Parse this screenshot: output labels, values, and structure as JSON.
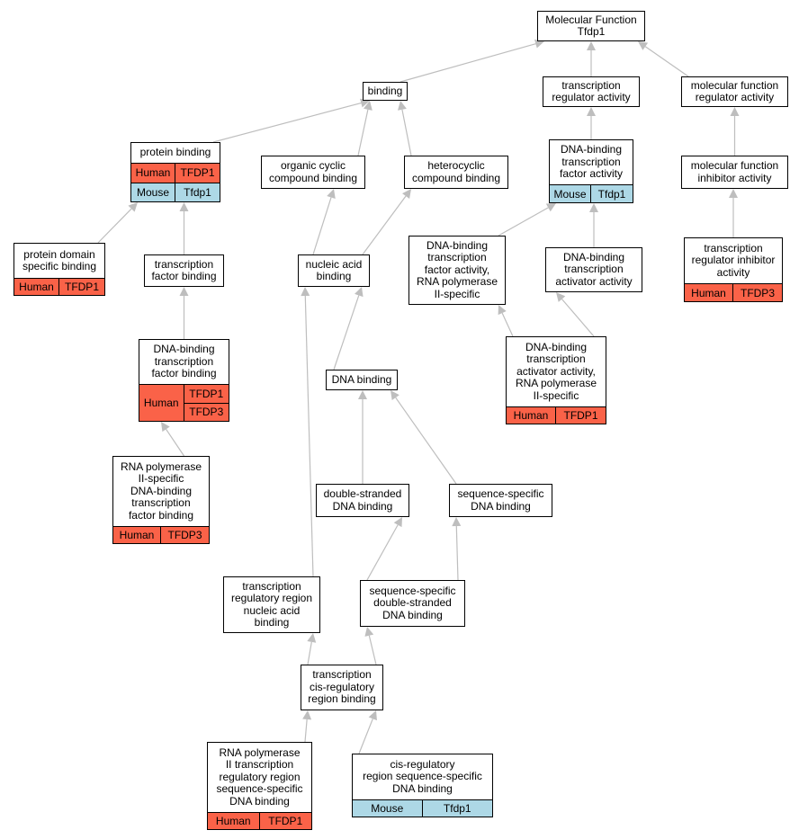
{
  "colors": {
    "human": "#fa6248",
    "mouse": "#add8e6",
    "edge": "#bebebe",
    "border": "#000000"
  },
  "nodes": [
    {
      "id": "mf",
      "label": "Molecular Function\nTfdp1",
      "annotations": []
    },
    {
      "id": "binding",
      "label": "binding",
      "annotations": []
    },
    {
      "id": "tra",
      "label": "transcription\nregulator activity",
      "annotations": []
    },
    {
      "id": "mfra",
      "label": "molecular function\nregulator activity",
      "annotations": []
    },
    {
      "id": "pb",
      "label": "protein binding",
      "annotations": [
        {
          "species": "Human",
          "genes": [
            "TFDP1"
          ]
        },
        {
          "species": "Mouse",
          "genes": [
            "Tfdp1"
          ]
        }
      ]
    },
    {
      "id": "ocb",
      "label": "organic cyclic\ncompound binding",
      "annotations": []
    },
    {
      "id": "hcb",
      "label": "heterocyclic\ncompound binding",
      "annotations": []
    },
    {
      "id": "dbtfa",
      "label": "DNA-binding\ntranscription\nfactor activity",
      "annotations": [
        {
          "species": "Mouse",
          "genes": [
            "Tfdp1"
          ]
        }
      ]
    },
    {
      "id": "mfia",
      "label": "molecular function\ninhibitor activity",
      "annotations": []
    },
    {
      "id": "pdsb",
      "label": "protein domain\nspecific binding",
      "annotations": [
        {
          "species": "Human",
          "genes": [
            "TFDP1"
          ]
        }
      ]
    },
    {
      "id": "tfb",
      "label": "transcription\nfactor binding",
      "annotations": []
    },
    {
      "id": "nab",
      "label": "nucleic acid\nbinding",
      "annotations": []
    },
    {
      "id": "dbtfa2",
      "label": "DNA-binding\ntranscription\nfactor activity,\nRNA polymerase\nII-specific",
      "annotations": []
    },
    {
      "id": "dbtaa",
      "label": "DNA-binding\ntranscription\nactivator activity",
      "annotations": []
    },
    {
      "id": "tria",
      "label": "transcription\nregulator inhibitor\nactivity",
      "annotations": [
        {
          "species": "Human",
          "genes": [
            "TFDP3"
          ]
        }
      ]
    },
    {
      "id": "dbtfb",
      "label": "DNA-binding\ntranscription\nfactor binding",
      "annotations": [
        {
          "species": "Human",
          "genes": [
            "TFDP1",
            "TFDP3"
          ]
        }
      ]
    },
    {
      "id": "dnab",
      "label": "DNA binding",
      "annotations": []
    },
    {
      "id": "dbtaa2",
      "label": "DNA-binding\ntranscription\nactivator activity,\nRNA polymerase\nII-specific",
      "annotations": [
        {
          "species": "Human",
          "genes": [
            "TFDP1"
          ]
        }
      ]
    },
    {
      "id": "rnap2",
      "label": "RNA polymerase\nII-specific\nDNA-binding\ntranscription\nfactor binding",
      "annotations": [
        {
          "species": "Human",
          "genes": [
            "TFDP3"
          ]
        }
      ]
    },
    {
      "id": "dsdb",
      "label": "double-stranded\nDNA binding",
      "annotations": []
    },
    {
      "id": "ssdb",
      "label": "sequence-specific\nDNA binding",
      "annotations": []
    },
    {
      "id": "trrnab",
      "label": "transcription\nregulatory region\nnucleic acid\nbinding",
      "annotations": []
    },
    {
      "id": "ssdsdb",
      "label": "sequence-specific\ndouble-stranded\nDNA binding",
      "annotations": []
    },
    {
      "id": "tcrrb",
      "label": "transcription\ncis-regulatory\nregion binding",
      "annotations": []
    },
    {
      "id": "rnap2tr",
      "label": "RNA polymerase\nII transcription\nregulatory region\nsequence-specific\nDNA binding",
      "annotations": [
        {
          "species": "Human",
          "genes": [
            "TFDP1"
          ]
        }
      ]
    },
    {
      "id": "crrssdb",
      "label": "cis-regulatory\nregion sequence-specific\nDNA binding",
      "annotations": [
        {
          "species": "Mouse",
          "genes": [
            "Tfdp1"
          ]
        }
      ]
    }
  ],
  "edges": [
    {
      "from": "binding",
      "to": "mf"
    },
    {
      "from": "tra",
      "to": "mf"
    },
    {
      "from": "mfra",
      "to": "mf"
    },
    {
      "from": "pb",
      "to": "binding"
    },
    {
      "from": "ocb",
      "to": "binding"
    },
    {
      "from": "hcb",
      "to": "binding"
    },
    {
      "from": "dbtfa",
      "to": "tra"
    },
    {
      "from": "mfia",
      "to": "mfra"
    },
    {
      "from": "pdsb",
      "to": "pb"
    },
    {
      "from": "tfb",
      "to": "pb"
    },
    {
      "from": "nab",
      "to": "ocb"
    },
    {
      "from": "nab",
      "to": "hcb"
    },
    {
      "from": "dbtfa2",
      "to": "dbtfa"
    },
    {
      "from": "dbtaa",
      "to": "dbtfa"
    },
    {
      "from": "tria",
      "to": "mfia"
    },
    {
      "from": "dbtfb",
      "to": "tfb"
    },
    {
      "from": "dnab",
      "to": "nab"
    },
    {
      "from": "dbtaa2",
      "to": "dbtfa2"
    },
    {
      "from": "dbtaa2",
      "to": "dbtaa"
    },
    {
      "from": "rnap2",
      "to": "dbtfb"
    },
    {
      "from": "dsdb",
      "to": "dnab"
    },
    {
      "from": "ssdb",
      "to": "dnab"
    },
    {
      "from": "trrnab",
      "to": "nab"
    },
    {
      "from": "ssdsdb",
      "to": "dsdb"
    },
    {
      "from": "ssdsdb",
      "to": "ssdb"
    },
    {
      "from": "tcrrb",
      "to": "trrnab"
    },
    {
      "from": "tcrrb",
      "to": "ssdsdb"
    },
    {
      "from": "rnap2tr",
      "to": "tcrrb"
    },
    {
      "from": "crrssdb",
      "to": "tcrrb"
    }
  ]
}
